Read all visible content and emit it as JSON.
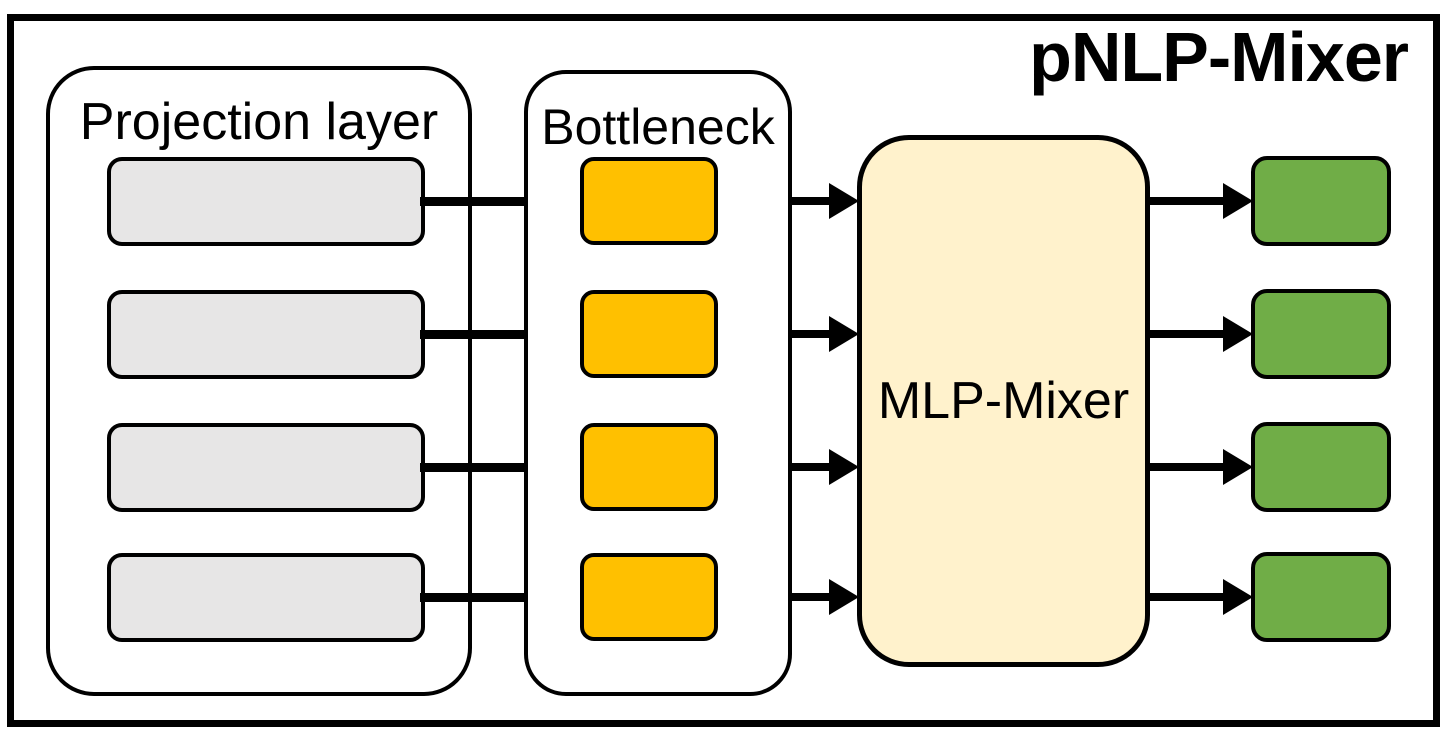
{
  "diagram": {
    "title": "pNLP-Mixer",
    "projection_layer": {
      "label": "Projection layer",
      "box_count": 4
    },
    "bottleneck": {
      "label": "Bottleneck",
      "box_count": 4
    },
    "mlp_mixer": {
      "label": "MLP-Mixer"
    },
    "outputs": {
      "box_count": 4
    },
    "colors": {
      "input_box_fill": "#E7E6E6",
      "bottleneck_box_fill": "#FFC000",
      "mlp_mixer_fill": "#FFF2CC",
      "output_box_fill": "#70AD47",
      "stroke": "#000000",
      "background": "#FFFFFF"
    }
  }
}
